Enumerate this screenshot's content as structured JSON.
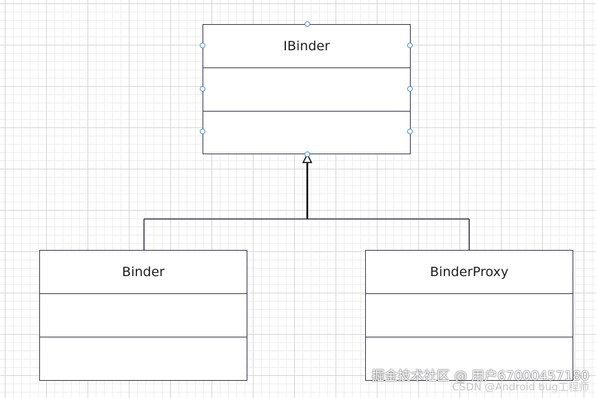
{
  "diagram": {
    "interface_class": {
      "name": "IBinder"
    },
    "left_class": {
      "name": "Binder"
    },
    "right_class": {
      "name": "BinderProxy"
    },
    "relationship": "inheritance"
  },
  "colors": {
    "border": "#2e2e4a",
    "handle": "#3a8fd6",
    "grid": "#d4d4d4"
  },
  "watermark": {
    "primary": "掘金技术社区 @ 用户67000457180",
    "secondary": "CSDN @Android bug工程师"
  }
}
